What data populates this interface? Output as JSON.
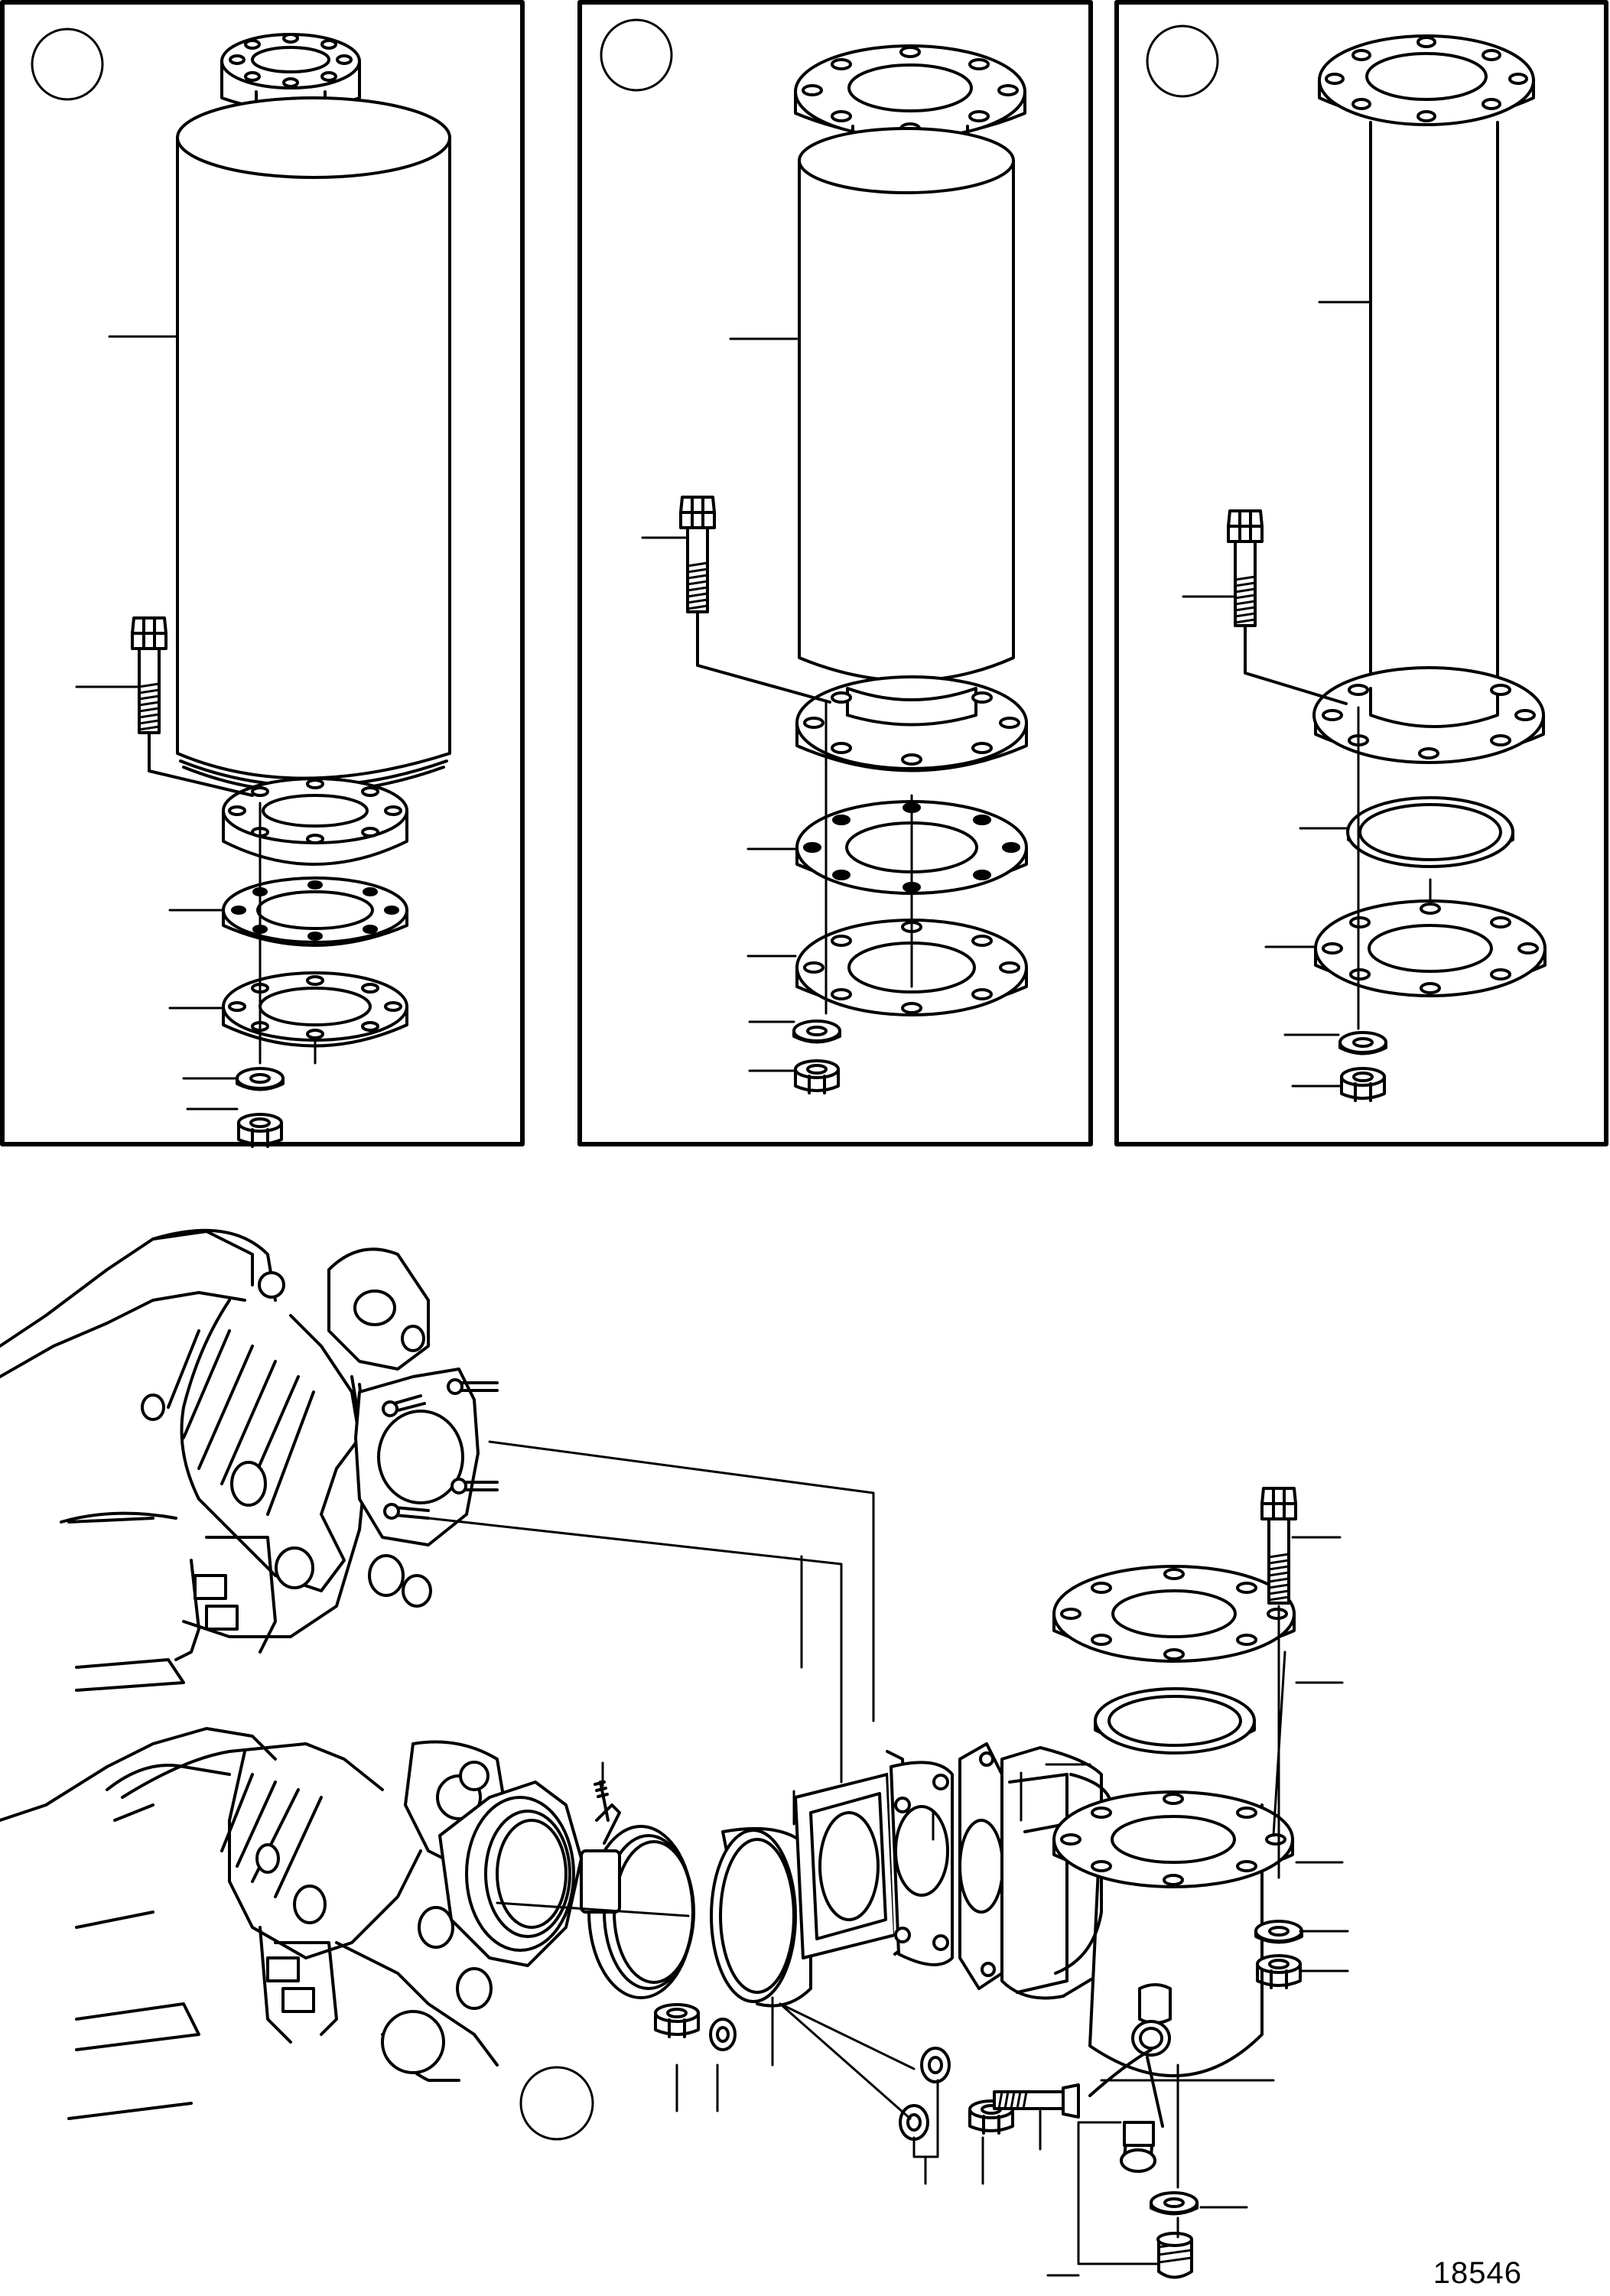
{
  "figure": {
    "reference_number": "18546",
    "line_color": "#000000",
    "background_color": "#ffffff",
    "panels": [
      {
        "name": "variant-a",
        "kind": "silencer-large"
      },
      {
        "name": "variant-b",
        "kind": "silencer-medium"
      },
      {
        "name": "variant-c",
        "kind": "straight-pipe"
      }
    ],
    "callout_circles": 4,
    "icons": [
      "flange-icon",
      "bolt-icon",
      "nut-icon",
      "washer-icon",
      "gasket-icon",
      "hose-clamp-icon",
      "exhaust-elbow-icon",
      "engine-block-icon"
    ]
  }
}
